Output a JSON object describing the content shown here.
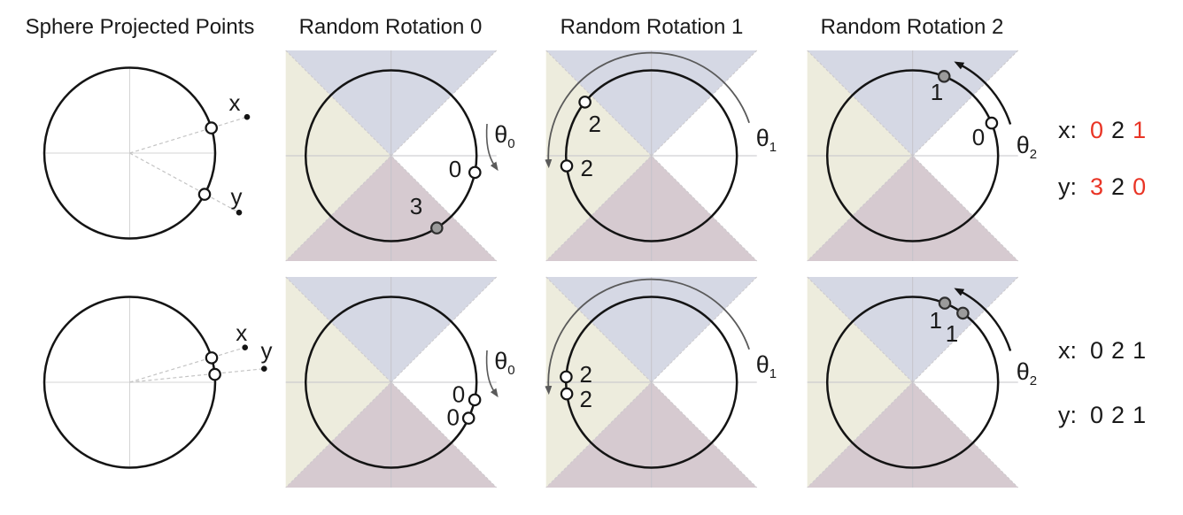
{
  "titles": [
    "Sphere Projected Points",
    "Random Rotation 0",
    "Random Rotation 1",
    "Random Rotation 2"
  ],
  "theta": {
    "symbol": "θ",
    "subs": [
      "0",
      "1",
      "2"
    ]
  },
  "colors": {
    "sector_top_blue": "#d5d8e4",
    "sector_left_beige": "#edecdd",
    "sector_bottom_mauve": "#d6cad0",
    "highlight_red": "#e93425",
    "ink": "#1a1a1a",
    "gray_point_fill": "#9b9b9b"
  },
  "rows": [
    {
      "sphere": {
        "px_label": "x",
        "py_label": "y"
      },
      "rr0": {
        "p1": "0",
        "p2": "3"
      },
      "rr1": {
        "p1": "2",
        "p2": "2"
      },
      "rr2": {
        "p1": "1",
        "p2": "0"
      },
      "hash": {
        "x_label": "x:",
        "y_label": "y:",
        "x": [
          {
            "ch": "0",
            "color": "#e93425"
          },
          {
            "ch": "2",
            "color": "#1a1a1a"
          },
          {
            "ch": "1",
            "color": "#e93425"
          }
        ],
        "y": [
          {
            "ch": "3",
            "color": "#e93425"
          },
          {
            "ch": "2",
            "color": "#1a1a1a"
          },
          {
            "ch": "0",
            "color": "#e93425"
          }
        ]
      }
    },
    {
      "sphere": {
        "px_label": "x",
        "py_label": "y"
      },
      "rr0": {
        "p1": "0",
        "p2": "0"
      },
      "rr1": {
        "p1": "2",
        "p2": "2"
      },
      "rr2": {
        "p1": "1",
        "p2": "1"
      },
      "hash": {
        "x_label": "x:",
        "y_label": "y:",
        "x": [
          {
            "ch": "0",
            "color": "#1a1a1a"
          },
          {
            "ch": "2",
            "color": "#1a1a1a"
          },
          {
            "ch": "1",
            "color": "#1a1a1a"
          }
        ],
        "y": [
          {
            "ch": "0",
            "color": "#1a1a1a"
          },
          {
            "ch": "2",
            "color": "#1a1a1a"
          },
          {
            "ch": "1",
            "color": "#1a1a1a"
          }
        ]
      }
    }
  ]
}
